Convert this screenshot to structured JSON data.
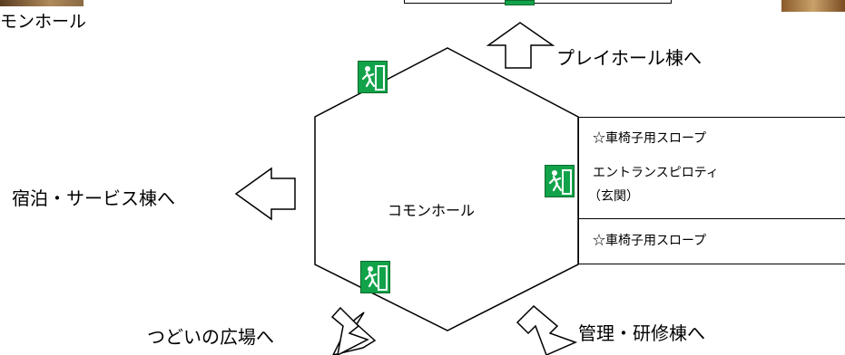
{
  "labels": {
    "top_left_caption": "モンホール",
    "center": "コモンホール",
    "play_hall": "プレイホール棟へ",
    "accommodation": "宿泊・サービス棟へ",
    "plaza": "つどいの広場へ",
    "admin": "管理・研修棟へ"
  },
  "entrance_panel": {
    "slope_top": "☆車椅子用スロープ",
    "entrance_line1": "エントランスピロティ",
    "entrance_line2": "（玄関）",
    "slope_bottom": "☆車椅子用スロープ"
  },
  "icons": {
    "exit_sign": "emergency-exit-icon",
    "arrow": "outline-arrow-icon"
  },
  "colors": {
    "exit_green": "#12a34a",
    "line": "#000000"
  }
}
